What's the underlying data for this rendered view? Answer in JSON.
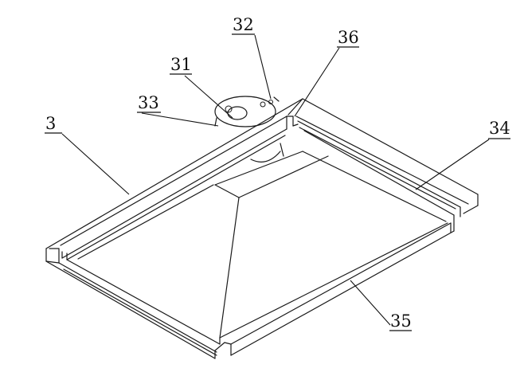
{
  "figure": {
    "labels": {
      "part_3": "3",
      "part_31": "31",
      "part_32": "32",
      "part_33": "33",
      "part_34": "34",
      "part_35": "35",
      "part_36": "36"
    }
  }
}
